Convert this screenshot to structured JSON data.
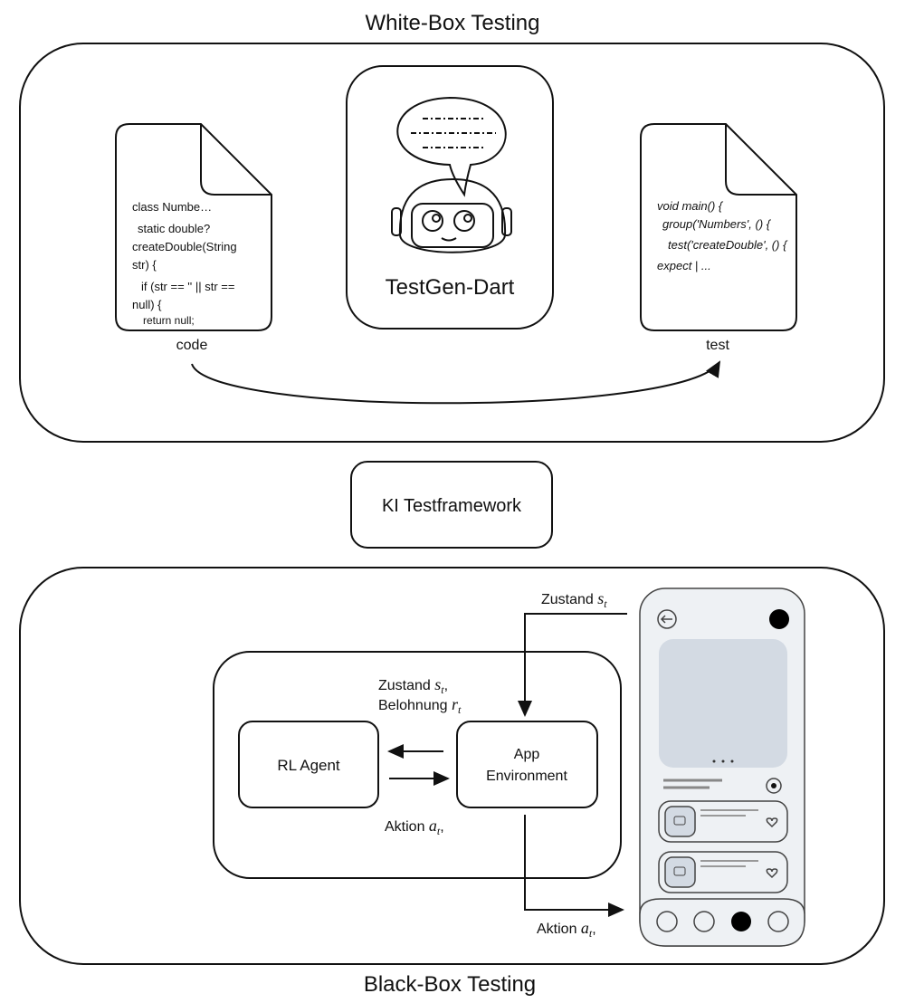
{
  "white_box": {
    "title": "White-Box Testing",
    "code_doc": {
      "lines": [
        "class Numbe…",
        "  static double?",
        "createDouble(String",
        "str) {",
        "   if (str == '' || str ==",
        "null) {",
        "     return null;"
      ],
      "label": "code"
    },
    "tool": {
      "name": "TestGen-Dart",
      "icon": "robot-speech-bubble-icon"
    },
    "test_doc": {
      "lines": [
        "void main() {",
        "  group('Numbers', () {",
        "    test('createDouble', () {",
        "expect |  ..."
      ],
      "label": "test"
    }
  },
  "framework": {
    "label": "KI Testframework"
  },
  "black_box": {
    "title": "Black-Box Testing",
    "agent": "RL Agent",
    "environment": [
      "App",
      "Environment"
    ],
    "state_reward": [
      "Zustand ",
      "s",
      "t",
      "Belohnung ",
      "r",
      "t"
    ],
    "action_inner": [
      "Aktion ",
      "a",
      "t"
    ],
    "state_top": [
      "Zustand ",
      "s",
      "t"
    ],
    "action_bottom": [
      "Aktion ",
      "a",
      "t"
    ]
  }
}
